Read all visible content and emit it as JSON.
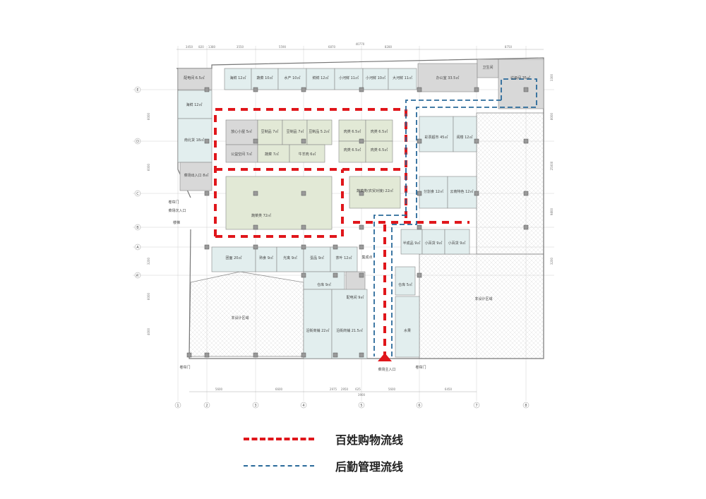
{
  "colors": {
    "public_flow": "#e0161b",
    "logistics_flow": "#2a6a9a",
    "service_room": "#e2eeee",
    "office_room": "#d8d8d8",
    "market_stall": "#e2e9d6"
  },
  "rooms": [
    {
      "name": "配电间 6.5㎡",
      "kind": "office"
    },
    {
      "name": "海鲜 12㎡",
      "kind": "service"
    },
    {
      "name": "南北货 18㎡",
      "kind": "service"
    },
    {
      "name": "菜场出入口 8㎡",
      "kind": "office"
    },
    {
      "name": "海鲜 12㎡",
      "kind": "service"
    },
    {
      "name": "蔬菜 10㎡",
      "kind": "service"
    },
    {
      "name": "水产 10㎡",
      "kind": "service"
    },
    {
      "name": "鲜鲜 12㎡",
      "kind": "service"
    },
    {
      "name": "小河鲜 11㎡",
      "kind": "service"
    },
    {
      "name": "小河鲜 10㎡",
      "kind": "service"
    },
    {
      "name": "大河鲜 11㎡",
      "kind": "service"
    },
    {
      "name": "办公室 33.5㎡",
      "kind": "office"
    },
    {
      "name": "卫生间",
      "kind": "office"
    },
    {
      "name": "垃圾间 35㎡",
      "kind": "office"
    },
    {
      "name": "放心小屋 5㎡",
      "kind": "office"
    },
    {
      "name": "豆制品 7㎡",
      "kind": "stall"
    },
    {
      "name": "豆制品 7㎡",
      "kind": "stall"
    },
    {
      "name": "豆制品 5.2㎡",
      "kind": "stall"
    },
    {
      "name": "公益空间 7㎡",
      "kind": "office"
    },
    {
      "name": "蔬菜 7㎡",
      "kind": "stall"
    },
    {
      "name": "牛羊肉 6㎡",
      "kind": "stall"
    },
    {
      "name": "肉类 6.5㎡",
      "kind": "stall"
    },
    {
      "name": "肉类 6.5㎡",
      "kind": "stall"
    },
    {
      "name": "肉类 6.5㎡",
      "kind": "stall"
    },
    {
      "name": "肉类 6.5㎡",
      "kind": "stall"
    },
    {
      "name": "蔬菜类 72㎡",
      "kind": "stall"
    },
    {
      "name": "蔬菜类(农贸对接) 22㎡",
      "kind": "stall"
    },
    {
      "name": "彩票超市 45㎡",
      "kind": "service"
    },
    {
      "name": "阅楼 12㎡",
      "kind": "service"
    },
    {
      "name": "分割食 12㎡",
      "kind": "service"
    },
    {
      "name": "云南特色 12㎡",
      "kind": "service"
    },
    {
      "name": "半成品 9㎡",
      "kind": "service"
    },
    {
      "name": "小百货 9㎡",
      "kind": "service"
    },
    {
      "name": "小百货 9㎡",
      "kind": "service"
    },
    {
      "name": "团面 20㎡",
      "kind": "service"
    },
    {
      "name": "熟食 9㎡",
      "kind": "service"
    },
    {
      "name": "光禽 9㎡",
      "kind": "service"
    },
    {
      "name": "蛋品 9㎡",
      "kind": "service"
    },
    {
      "name": "茶叶 12㎡",
      "kind": "service"
    },
    {
      "name": "仓库 9㎡",
      "kind": "service"
    },
    {
      "name": "配电间 9㎡",
      "kind": "office"
    },
    {
      "name": "沿街商铺 22㎡",
      "kind": "service"
    },
    {
      "name": "沿街商铺 21.5㎡",
      "kind": "service"
    },
    {
      "name": "仓库 5㎡",
      "kind": "service"
    },
    {
      "name": "水果",
      "kind": "service"
    },
    {
      "name": "非设计区域",
      "kind": "none"
    },
    {
      "name": "非设计区域",
      "kind": "none"
    },
    {
      "name": "非设计区域",
      "kind": "none"
    }
  ],
  "annotations": {
    "roll_door_left": "卷帘门",
    "side_entrance": "菜场次入口",
    "stair": "楼梯",
    "roll_door_bottom_left": "卷帘门",
    "main_entrance": "菜场主入口",
    "roll_door_bottom_right": "卷帘门",
    "collect_point": "集成点"
  },
  "grid": {
    "columns": [
      "1",
      "2",
      "3",
      "4",
      "5",
      "6",
      "7",
      "8"
    ],
    "rows": [
      "E",
      "D",
      "C",
      "B",
      "A",
      "A'"
    ],
    "top_dimensions": [
      "3450",
      "820",
      "1380",
      "3550",
      "5590",
      "6870",
      "8280",
      "8750"
    ],
    "top_total": "40770",
    "bottom_dimensions": [
      "5600",
      "6600",
      "2975",
      "2950",
      "625",
      "5600",
      "6450"
    ],
    "bottom_sub": "3900",
    "left_dimensions": [
      "6000",
      "6000",
      "3200",
      "6000",
      "4000"
    ],
    "right_dimensions": [
      "3300",
      "8000",
      "25000",
      "9800",
      "3200"
    ]
  },
  "legend": [
    {
      "label": "百姓购物流线",
      "style": "red-dashed"
    },
    {
      "label": "后勤管理流线",
      "style": "blue-dashed"
    }
  ]
}
